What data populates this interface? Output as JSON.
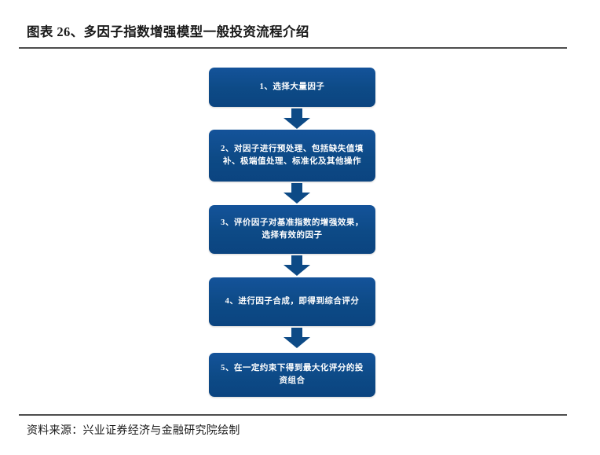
{
  "figure": {
    "title": "图表 26、多因子指数增强模型一般投资流程介绍",
    "source_note": "资料来源：兴业证券经济与金融研究院绘制",
    "colors": {
      "node_fill": "#0d4a86",
      "node_text": "#ffffff",
      "arrow_fill": "#0d4a86",
      "rule": "#4d4d4d",
      "background": "#ffffff",
      "title_text": "#1a1a1a"
    }
  },
  "flow": {
    "type": "vertical-flowchart",
    "arrow_icon": "arrow-down-block",
    "steps": [
      {
        "index": "1",
        "label": "1、选择大量因子"
      },
      {
        "index": "2",
        "label": "2、对因子进行预处理、包括缺失值填补、极端值处理、标准化及其他操作"
      },
      {
        "index": "3",
        "label": "3、评价因子对基准指数的增强效果，选择有效的因子"
      },
      {
        "index": "4",
        "label": "4、进行因子合成，即得到综合评分"
      },
      {
        "index": "5",
        "label": "5、在一定约束下得到最大化评分的投资组合"
      }
    ]
  }
}
